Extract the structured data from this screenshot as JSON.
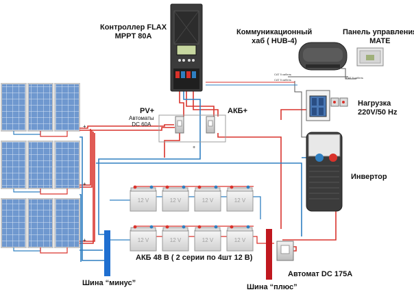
{
  "diagram": {
    "controller_label": "Контроллер FLAX\nMPPT 80A",
    "hub_label": "Коммуникационный\nхаб ( HUB-4)",
    "panel_label": "Панель управления\nMATE",
    "load_label": "Нагрузка\n220V/50 Hz",
    "inverter_label": "Инвертор",
    "pv_label": "PV+",
    "pv_breakers_label": "Автоматы\nDC 60A",
    "akb_plus_label": "АКБ+",
    "battery_bank_label": "АКБ 48 В ( 2 серии по 4шт 12 В)",
    "bus_minus_label": "Шина “минус”",
    "bus_plus_label": "Шина “плюс”",
    "breaker_label": "Автомат DC 175A",
    "cable_labels": [
      "CAT 5 кабель",
      "CAT 5 кабель",
      "CAT 5 кабель"
    ],
    "battery_voltage": "12 V",
    "plus_sign": "+"
  },
  "colors": {
    "positive_wire": "#d9322b",
    "negative_wire": "#2f7fc1",
    "minus_bus": "#1f6fd0",
    "plus_bus": "#c0181f",
    "device_dark": "#3b3b3b",
    "panel_blue": "#4a78b5"
  }
}
